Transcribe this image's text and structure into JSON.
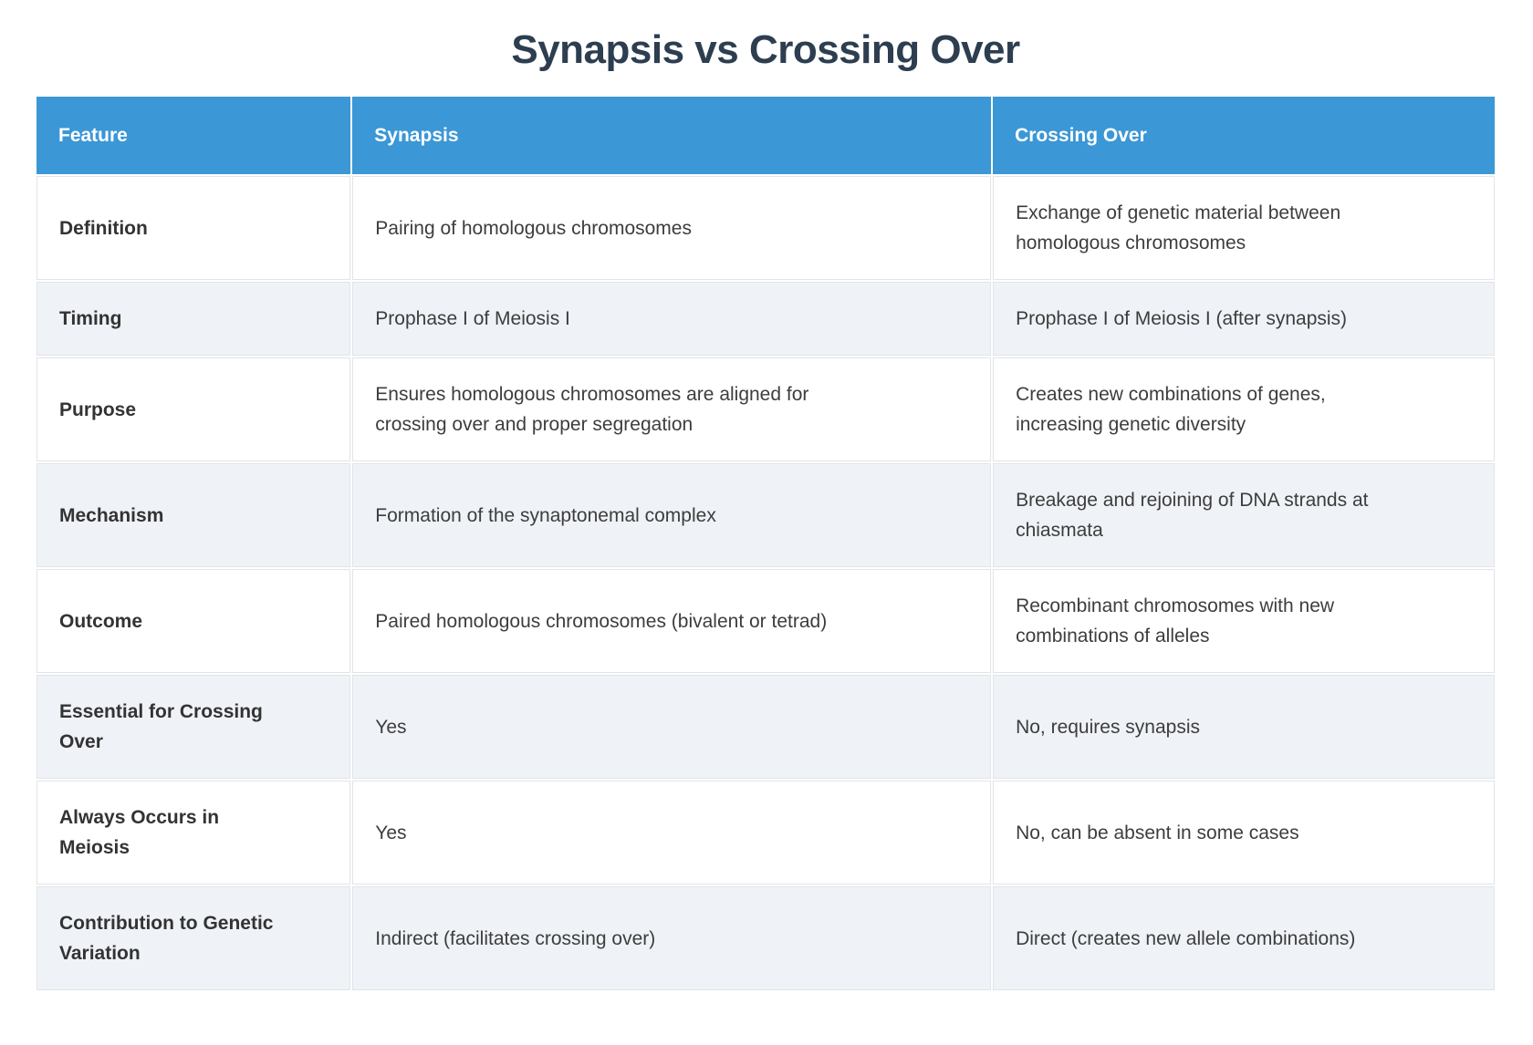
{
  "page": {
    "title": "Synapsis vs Crossing Over"
  },
  "colors": {
    "header_bg": "#3b97d5",
    "title_color": "#2c3e50",
    "alt_row_bg": "#eff2f7",
    "cell_border": "#e1e4e8",
    "body_text": "#3d3d3d",
    "feature_text": "#333333"
  },
  "table": {
    "headers": [
      "Feature",
      "Synapsis",
      "Crossing Over"
    ],
    "rows": [
      {
        "feature": "Definition",
        "synapsis": "Pairing of homologous chromosomes",
        "crossing_over": "Exchange of genetic material between\nhomologous chromosomes"
      },
      {
        "feature": "Timing",
        "synapsis": "Prophase I of Meiosis I",
        "crossing_over": "Prophase I of Meiosis I (after synapsis)"
      },
      {
        "feature": "Purpose",
        "synapsis": "Ensures homologous chromosomes are aligned for\ncrossing over and proper segregation",
        "crossing_over": "Creates new combinations of genes,\nincreasing genetic diversity"
      },
      {
        "feature": "Mechanism",
        "synapsis": "Formation of the synaptonemal complex",
        "crossing_over": "Breakage and rejoining of DNA strands at\nchiasmata"
      },
      {
        "feature": "Outcome",
        "synapsis": "Paired homologous chromosomes (bivalent or tetrad)",
        "crossing_over": "Recombinant chromosomes with new\ncombinations of alleles"
      },
      {
        "feature": "Essential for Crossing\nOver",
        "synapsis": "Yes",
        "crossing_over": "No, requires synapsis"
      },
      {
        "feature": "Always Occurs in\nMeiosis",
        "synapsis": "Yes",
        "crossing_over": "No, can be absent in some cases"
      },
      {
        "feature": "Contribution to Genetic\nVariation",
        "synapsis": "Indirect (facilitates crossing over)",
        "crossing_over": "Direct (creates new allele combinations)"
      }
    ]
  }
}
